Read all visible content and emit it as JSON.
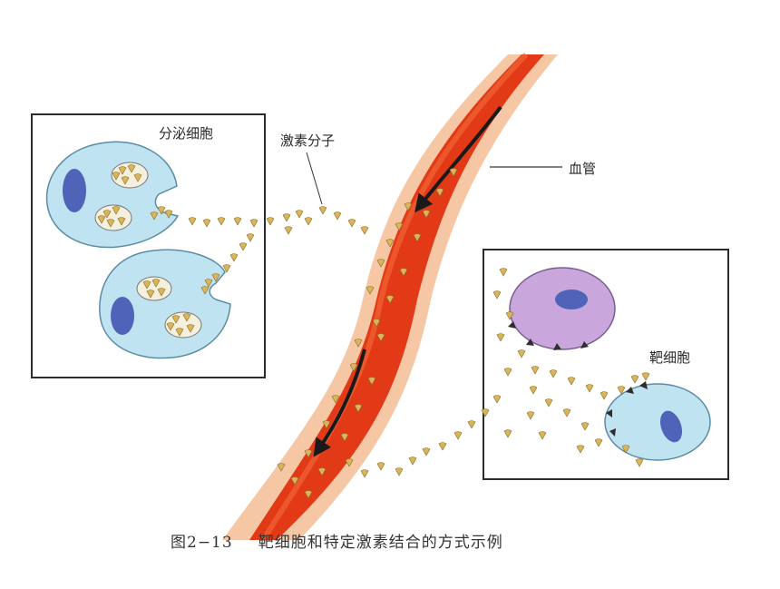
{
  "labels": {
    "secretory_cell": "分泌细胞",
    "hormone_molecule": "激素分子",
    "blood_vessel": "血管",
    "target_cell": "靶细胞"
  },
  "caption": {
    "number": "图2−13",
    "text": "靶细胞和特定激素结合的方式示例"
  },
  "colors": {
    "vessel_core": "#e23a16",
    "vessel_edge": "#f7c9a6",
    "cell_blue": "#bfe3f0",
    "cell_purple": "#c9a6dc",
    "nucleus": "#4f63b8",
    "hormone": "#d9b45a"
  }
}
